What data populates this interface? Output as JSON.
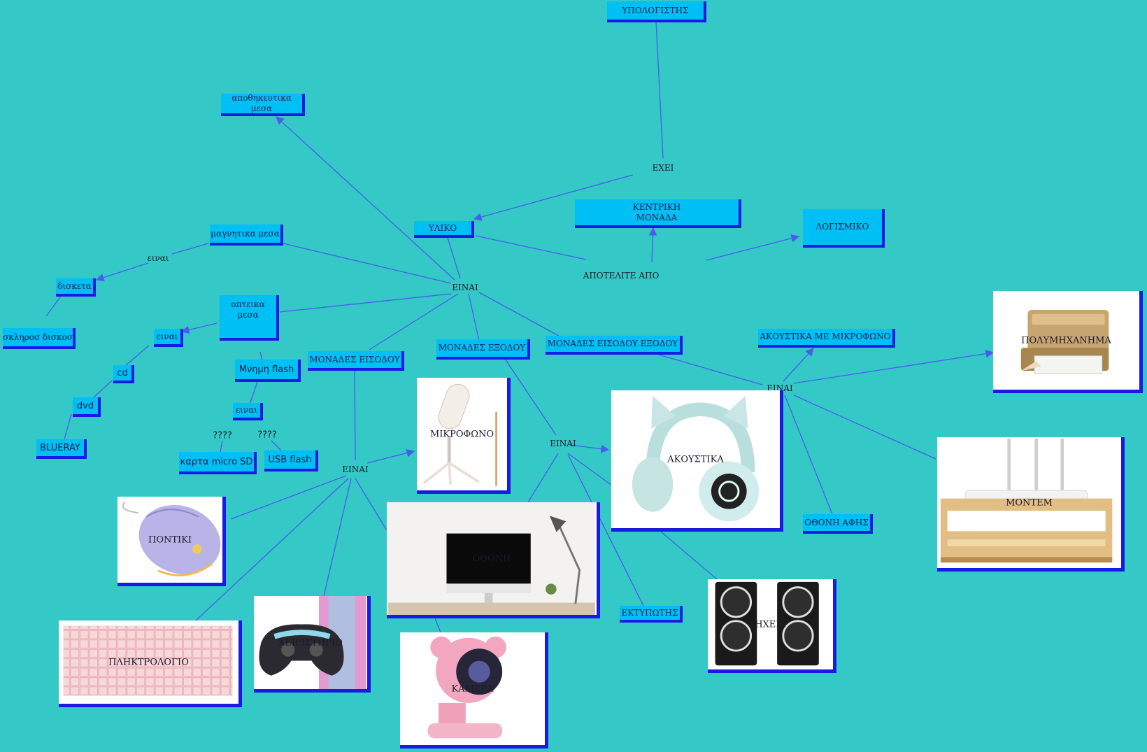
{
  "nodes": {
    "ypologistis": "ΥΠΟΛΟΓΙΣΤΗΣ",
    "apothikeftika": "αποθηκευτικα μεσα",
    "ylikο": "ΥΛΙΚΟ",
    "kentriki": "ΚΕΝΤΡΙΚΗ\nΜΟΝΑΔΑ",
    "logismiko": "ΛΟΓΙΣΜΙΚΟ",
    "magnitika": "μαγνητικα  μεσα",
    "disketa": "δισκετα",
    "skliros": "σκληροσ  δισκοσ",
    "optika": "οπτεικα μεσα",
    "einai_small": "ειναι",
    "cd": "cd",
    "dvd": "dvd",
    "blueray": "BLUERAY",
    "mnimi_flash": "Μνημη  flash",
    "einai_flash": "ειναι",
    "karta": "καρτα micro SD",
    "usb": "USB flash",
    "monades_eisodou": "ΜΟΝΑΔΕΣ ΕΙΣΟΔΟΥ",
    "monades_exodou": "ΜΟΝΑΔΕΣ ΕΞΟΔΟΥ",
    "monades_eisodou_exodou": "ΜΟΝΑΔΕΣ ΕΙΣΟΔΟΥ ΕΞΟΔΟΥ",
    "akoustika_mikrofono": "ΑΚΟΥΣΤΙΚΑ ΜΕ ΜΙΚΡΟΦΩΝΟ",
    "othoni_afis": "ΟΘΟΝΗ ΑΦΗΣ",
    "ektypotis": "ΕΚΤΥΠΩΤΗΣ"
  },
  "labels": {
    "exei": "ΕΧΕΙ",
    "apotelite": "ΑΠΟΤΕΛΙΤΕ ΑΠΟ",
    "einai_center": "ΕΙΝΑΙ",
    "einai_input": "ΕΙΝΑΙ",
    "einai_output": "ΕΙΝΑΙ",
    "einai_io": "ΕΙΝΑΙ",
    "einai_magn": "ειναι",
    "q1": "????",
    "q2": "????"
  },
  "images": {
    "polymixanima": "ΠΟΛΥΜΗΧΑΝΗΜΑ",
    "modem": "ΜΟΝΤΕΜ",
    "mikrofono": "ΜΙΚΡΟΦΩΝΟ",
    "akoustika": "ΑΚΟΥΣΤΙΚΑ",
    "pontiki": "ΠΟΝΤΙΚΙ",
    "pliktrologio": "ΠΛΗΚΤΡΟΛΟΓΙΟ",
    "xeiristirio": "ΧΕΙΡΙΣΤΗΡΙΟ",
    "othoni": "ΟΘΟΝΗ",
    "kamera": "ΚΑΜΕΡΑ",
    "ixeia": "ΗΧΕΙΑ"
  },
  "colors": {
    "background": "#34c8c6",
    "node": "#00bff5",
    "node_shadow": "#1a1ae6",
    "edge": "#4a5cf0"
  }
}
